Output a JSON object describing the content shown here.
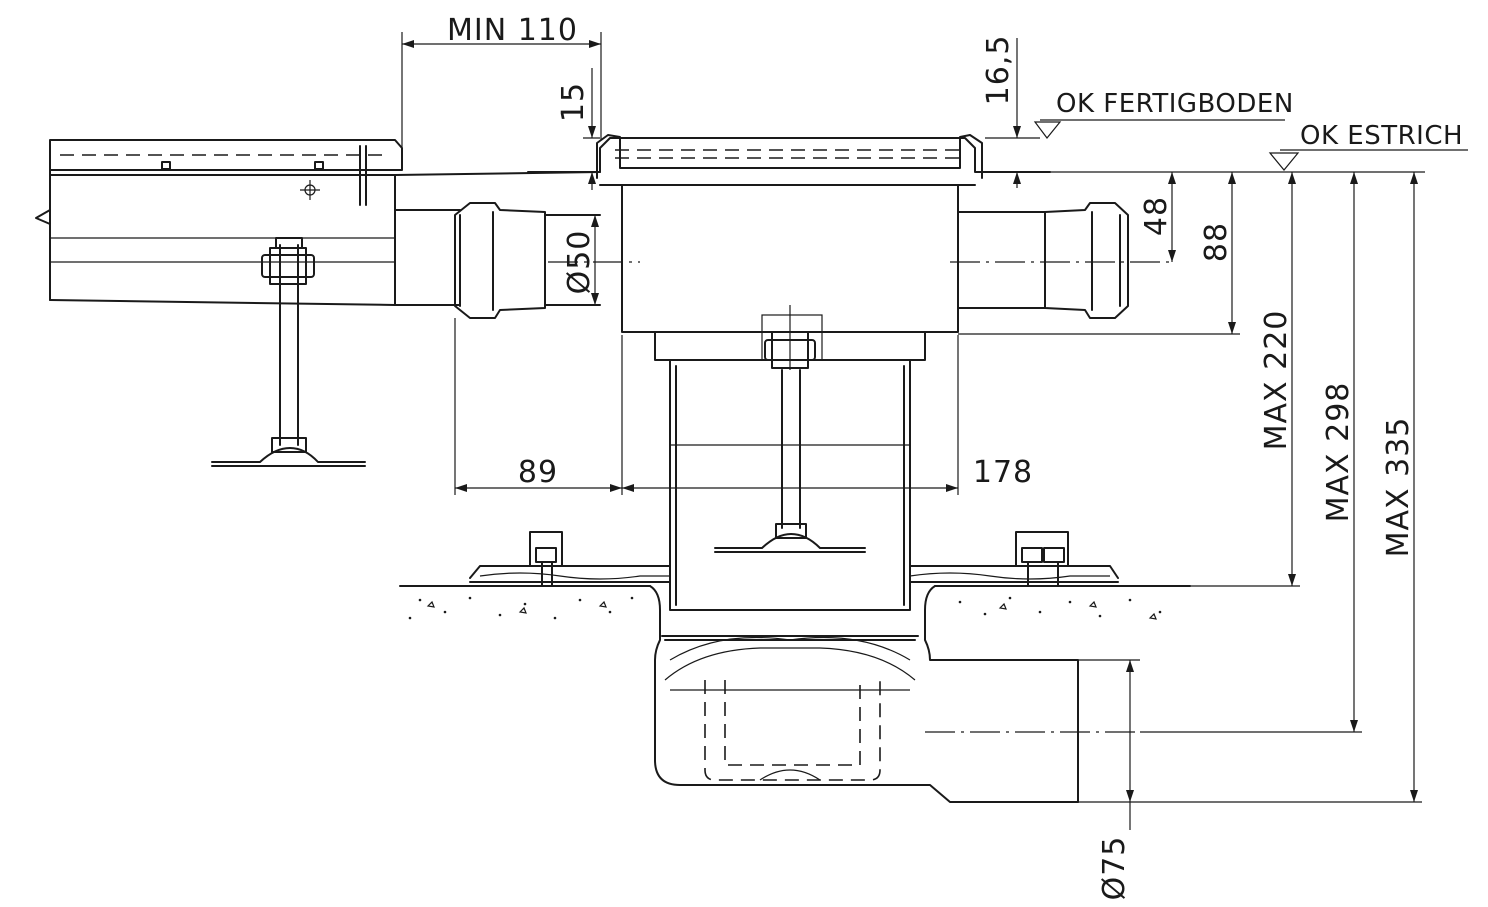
{
  "dimensions": {
    "min_110": "MIN 110",
    "d15": "15",
    "d16_5": "16,5",
    "ok_fertigboden": "OK FERTIGBODEN",
    "ok_estrich": "OK ESTRICH",
    "d48": "48",
    "d88": "88",
    "dia50": "Ø50",
    "max220": "MAX 220",
    "max298": "MAX 298",
    "max335": "MAX 335",
    "d89": "89",
    "d178": "178",
    "dia75": "Ø75"
  }
}
